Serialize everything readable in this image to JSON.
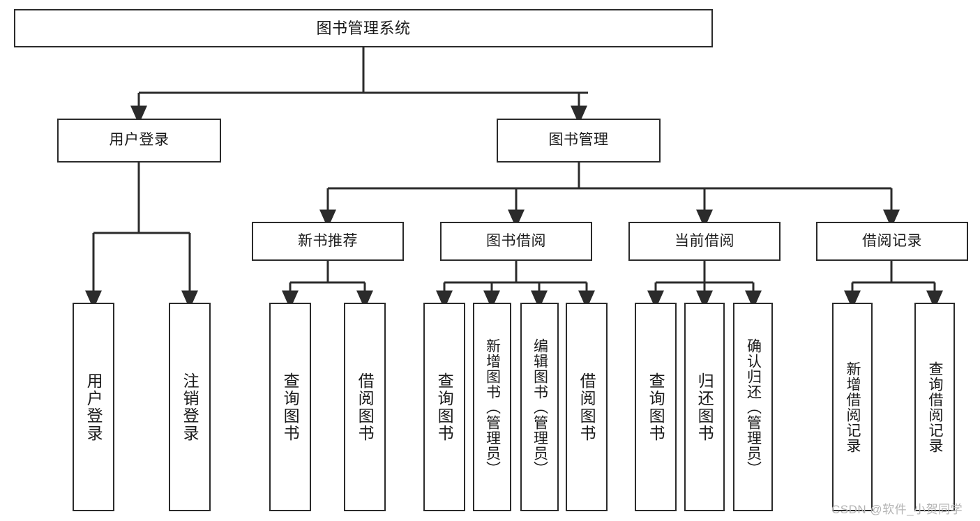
{
  "diagram": {
    "title": "图书管理系统",
    "type": "tree-hierarchy-chart",
    "background_color": "#ffffff",
    "line_color": "#2b2b2b",
    "box_border_color": "#2b2b2b",
    "text_color": "#1a1a1a"
  },
  "nodes": {
    "root": {
      "label": "图书管理系统"
    },
    "level2": [
      {
        "label": "用户登录"
      },
      {
        "label": "图书管理"
      }
    ],
    "level3": [
      {
        "label": "新书推荐"
      },
      {
        "label": "图书借阅"
      },
      {
        "label": "当前借阅"
      },
      {
        "label": "借阅记录"
      }
    ],
    "leaves": {
      "user_login": [
        {
          "label": "用户登录"
        },
        {
          "label": "注销登录"
        }
      ],
      "new_book_recommend": [
        {
          "label": "查询图书"
        },
        {
          "label": "借阅图书"
        }
      ],
      "book_borrow": [
        {
          "label": "查询图书"
        },
        {
          "label": "新增图书（管理员）"
        },
        {
          "label": "编辑图书（管理员）"
        },
        {
          "label": "借阅图书"
        }
      ],
      "current_borrow": [
        {
          "label": "查询图书"
        },
        {
          "label": "归还图书"
        },
        {
          "label": "确认归还（管理员）"
        }
      ],
      "borrow_records": [
        {
          "label": "新增借阅记录"
        },
        {
          "label": "查询借阅记录"
        }
      ]
    }
  },
  "watermark": {
    "text": "CSDN @软件_小贺同学"
  }
}
